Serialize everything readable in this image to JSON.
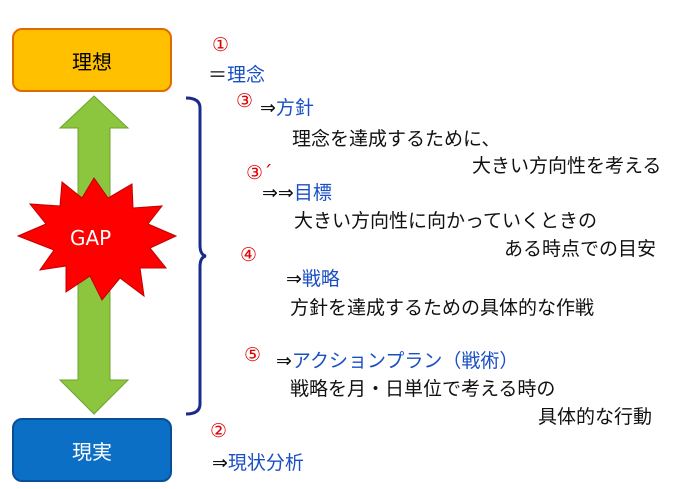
{
  "left": {
    "ideal": "理想",
    "reality": "現実",
    "gap": "GAP"
  },
  "colors": {
    "ideal_fill": "#ffc000",
    "reality_fill": "#0b6fc6",
    "arrow_fill": "#8cc63f",
    "gap_fill": "#ff0000",
    "bracket": "#1a2b8a",
    "link_text": "#1a4fc4",
    "number_text": "#e00000"
  },
  "items": {
    "rinen": {
      "num": "①",
      "prefix": "＝",
      "title": "理念"
    },
    "houshin": {
      "num": "③",
      "prefix": "⇒",
      "title": "方針",
      "desc1": "理念を達成するために、",
      "desc2": "大きい方向性を考える"
    },
    "mokuhyo": {
      "num": "③",
      "mark": "´",
      "prefix": "⇒⇒",
      "title": "目標",
      "desc1": "大きい方向性に向かっていくときの",
      "desc2": "ある時点での目安"
    },
    "senryaku": {
      "num": "④",
      "prefix": "⇒",
      "title": "戦略",
      "desc1": "方針を達成するための具体的な作戦"
    },
    "action": {
      "num": "⑤",
      "prefix": "⇒",
      "title": "アクションプラン（戦術）",
      "desc1": "戦略を月・日単位で考える時の",
      "desc2": "具体的な行動"
    },
    "genjo": {
      "num": "②",
      "prefix": "⇒",
      "title": "現状分析"
    }
  }
}
